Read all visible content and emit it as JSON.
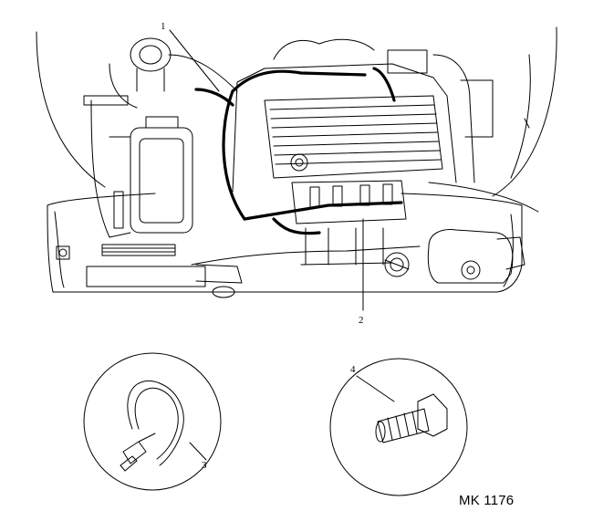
{
  "figure": {
    "reference_code": "MK 1176",
    "callouts": [
      {
        "id": "harness-clip",
        "label": "1"
      },
      {
        "id": "harness-route",
        "label": "2"
      },
      {
        "id": "cable-tie",
        "label": "3"
      },
      {
        "id": "bolt",
        "label": "4"
      }
    ]
  },
  "colors": {
    "line": "#000000",
    "background": "#ffffff"
  }
}
